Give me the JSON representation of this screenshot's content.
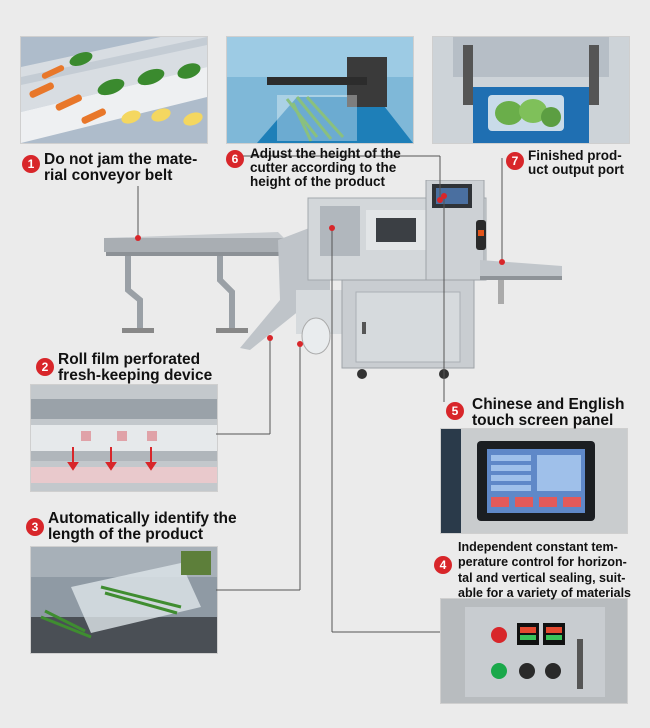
{
  "callouts": [
    {
      "num": "1",
      "text_line1": "Do not jam the mate-",
      "text_line2": "rial conveyor belt"
    },
    {
      "num": "2",
      "text_line1": "Roll film perforated",
      "text_line2": "fresh-keeping device"
    },
    {
      "num": "3",
      "text_line1": "Automatically identify the",
      "text_line2": "length of the product"
    },
    {
      "num": "4",
      "text_line1": "Independent constant tem-",
      "text_line2": "perature control for horizon-",
      "text_line3": "tal and vertical sealing, suit-",
      "text_line4": "able for a variety of materials"
    },
    {
      "num": "5",
      "text_line1": "Chinese and English",
      "text_line2": "touch screen panel"
    },
    {
      "num": "6",
      "text_line1": "Adjust the height of the",
      "text_line2": "cutter according to the",
      "text_line3": "height of the product"
    },
    {
      "num": "7",
      "text_line1": "Finished prod-",
      "text_line2": "uct output port"
    }
  ],
  "colors": {
    "accent": "#d8262a",
    "background": "#ebebeb",
    "line": "#555555"
  }
}
